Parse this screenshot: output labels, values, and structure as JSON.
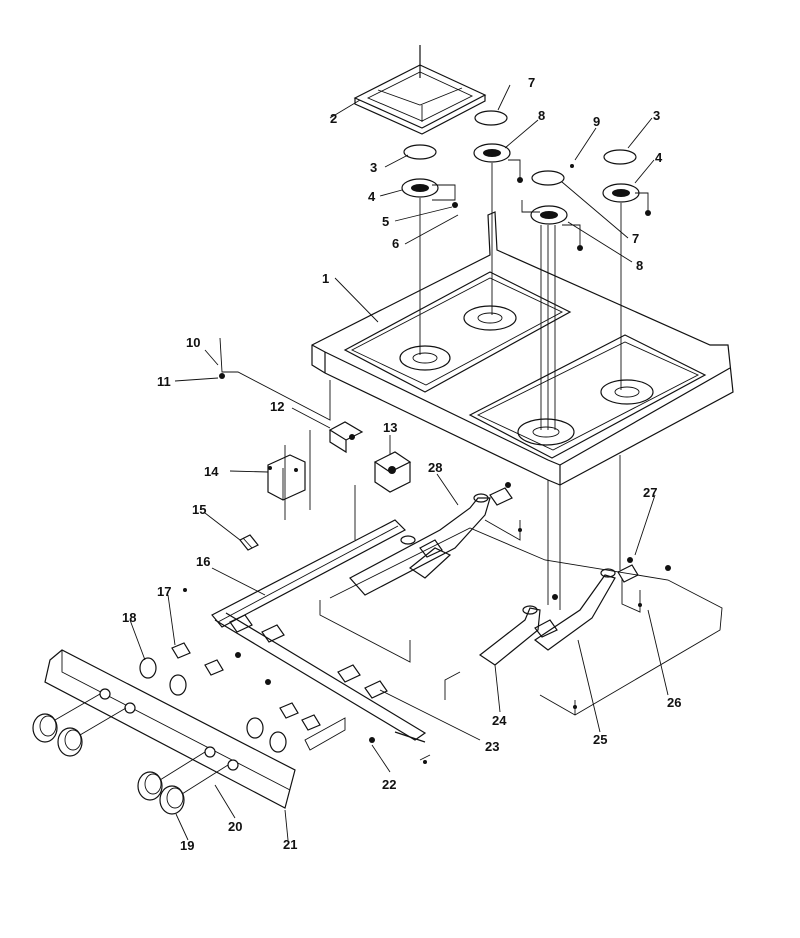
{
  "labels": {
    "1": "1",
    "2": "2",
    "3": "3",
    "4": "4",
    "5": "5",
    "6": "6",
    "7": "7",
    "8": "8",
    "9": "9",
    "10": "10",
    "11": "11",
    "12": "12",
    "13": "13",
    "14": "14",
    "15": "15",
    "16": "16",
    "17": "17",
    "18": "18",
    "19": "19",
    "20": "20",
    "21": "21",
    "22": "22",
    "23": "23",
    "24": "24",
    "25": "25",
    "26": "26",
    "27": "27",
    "28": "28"
  }
}
